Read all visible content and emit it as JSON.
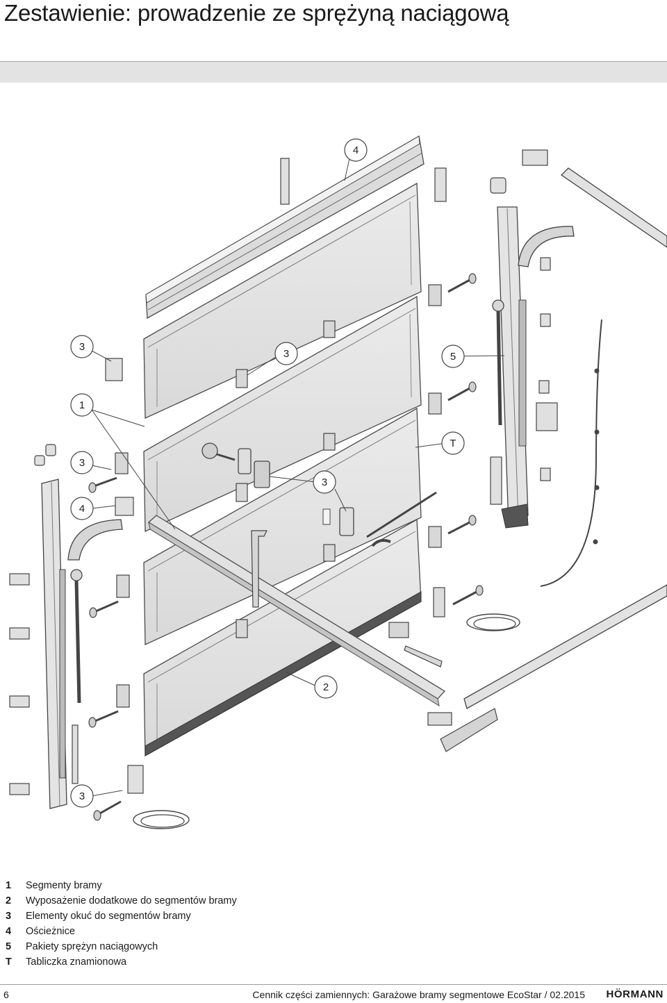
{
  "page": {
    "title": "Zestawienie: prowadzenie ze sprężyną naciągową"
  },
  "callouts": {
    "c4_top": "4",
    "c3_a": "3",
    "c3_b": "3",
    "c5": "5",
    "c1": "1",
    "c3_c": "3",
    "cT": "T",
    "c3_d": "3",
    "c4_left": "4",
    "c2": "2",
    "c3_bottom": "3"
  },
  "legend": [
    {
      "num": "1",
      "text": "Segmenty bramy"
    },
    {
      "num": "2",
      "text": "Wyposażenie dodatkowe do segmentów bramy"
    },
    {
      "num": "3",
      "text": "Elementy okuć do segmentów bramy"
    },
    {
      "num": "4",
      "text": "Ościeżnice"
    },
    {
      "num": "5",
      "text": "Pakiety sprężyn naciągowych"
    },
    {
      "num": "T",
      "text": "Tabliczka znamionowa"
    }
  ],
  "footer": {
    "page_number": "6",
    "text": "Cennik części zamiennych: Garażowe bramy segmentowe EcoStar / 02.2015",
    "brand": "HÖRMANN"
  }
}
